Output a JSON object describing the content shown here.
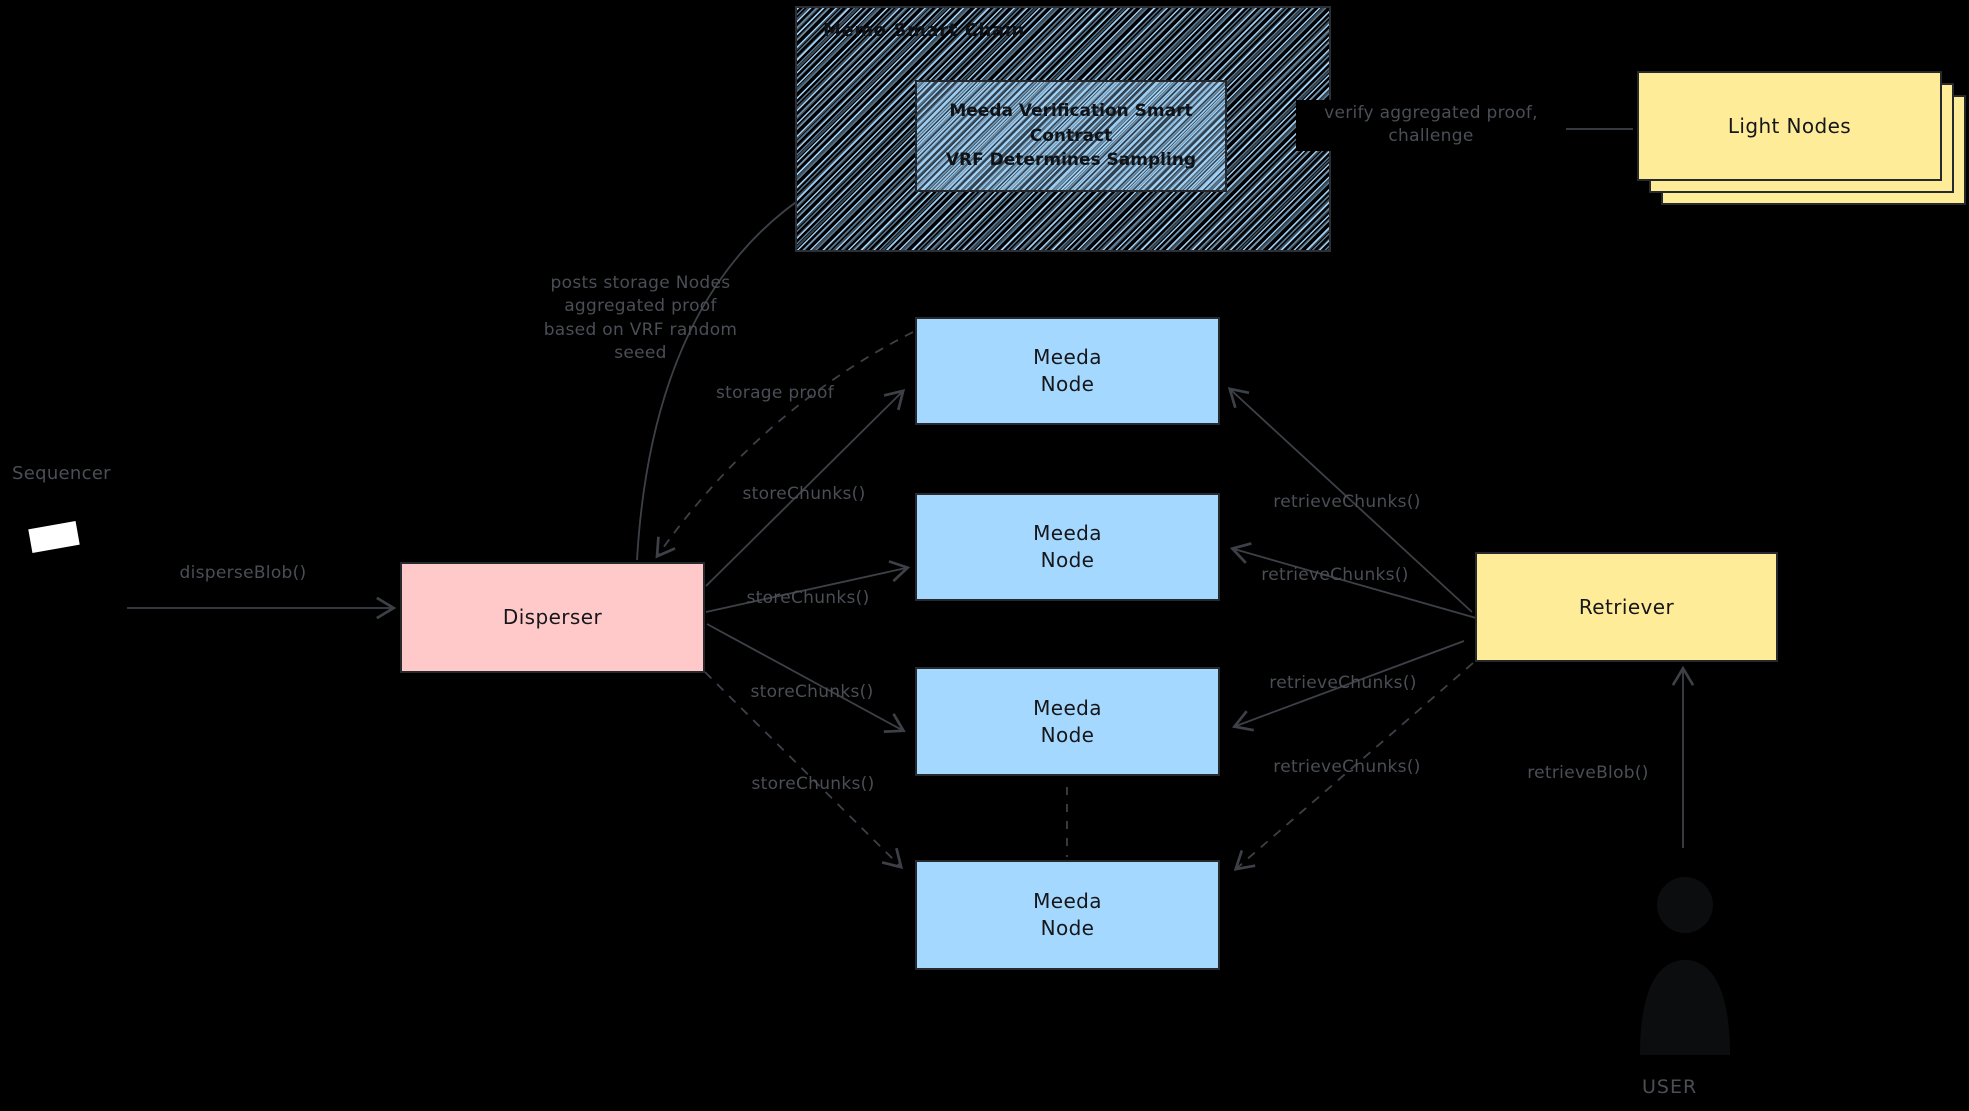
{
  "colors": {
    "background": "#000000",
    "node_blue": "#a5d8ff",
    "disperser_pink": "#ffc9c9",
    "retriever_yellow": "#ffec99",
    "label_gray": "#4a4e55",
    "arrow_gray": "#3d4147",
    "box_text": "#15171b"
  },
  "chain": {
    "title": "Memo Smart Chain",
    "contract": "Meeda Verification Smart\nContract\nVRF Determines Sampling"
  },
  "nodes": {
    "light_nodes": "Light Nodes",
    "sequencer": "Sequencer",
    "disperser": "Disperser",
    "retriever": "Retriever",
    "meeda": [
      "Meeda\nNode",
      "Meeda\nNode",
      "Meeda\nNode",
      "Meeda\nNode"
    ]
  },
  "labels": {
    "disperse_blob": "disperseBlob()",
    "posts_proof": "posts storage Nodes\naggregated proof\nbased on VRF random\nseeed",
    "storage_proof": "storage proof",
    "store_chunks": [
      "storeChunks()",
      "storeChunks()",
      "storeChunks()",
      "storeChunks()"
    ],
    "retrieve_chunks": [
      "retrieveChunks()",
      "retrieveChunks()",
      "retrieveChunks()",
      "retrieveChunks()"
    ],
    "verify": "verify aggregated proof,\nchallenge",
    "retrieve_blob": "retrieveBlob()",
    "user": "USER"
  }
}
